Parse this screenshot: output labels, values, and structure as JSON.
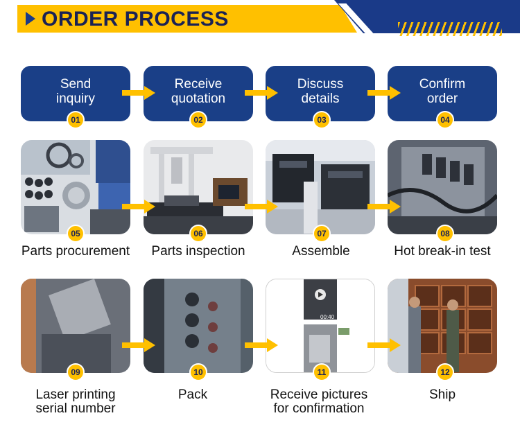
{
  "header": {
    "title": "ORDER PROCESS"
  },
  "steps": [
    {
      "num": "01",
      "line1": "Send",
      "line2": "inquiry"
    },
    {
      "num": "02",
      "line1": "Receive",
      "line2": "quotation"
    },
    {
      "num": "03",
      "line1": "Discuss",
      "line2": "details"
    },
    {
      "num": "04",
      "line1": "Confirm",
      "line2": "order"
    }
  ],
  "row2": [
    {
      "num": "05",
      "caption": "Parts procurement"
    },
    {
      "num": "06",
      "caption": "Parts inspection"
    },
    {
      "num": "07",
      "caption": "Assemble"
    },
    {
      "num": "08",
      "caption": "Hot break-in test"
    }
  ],
  "row3": [
    {
      "num": "09",
      "line1": "Laser printing",
      "line2": "serial number"
    },
    {
      "num": "10",
      "line1": "Pack",
      "line2": ""
    },
    {
      "num": "11",
      "line1": "Receive pictures",
      "line2": "for confirmation",
      "video_time": "00:40"
    },
    {
      "num": "12",
      "line1": "Ship",
      "line2": ""
    }
  ],
  "colors": {
    "navy": "#1a3f87",
    "yellow": "#ffc000",
    "title_text": "#1a2255"
  }
}
